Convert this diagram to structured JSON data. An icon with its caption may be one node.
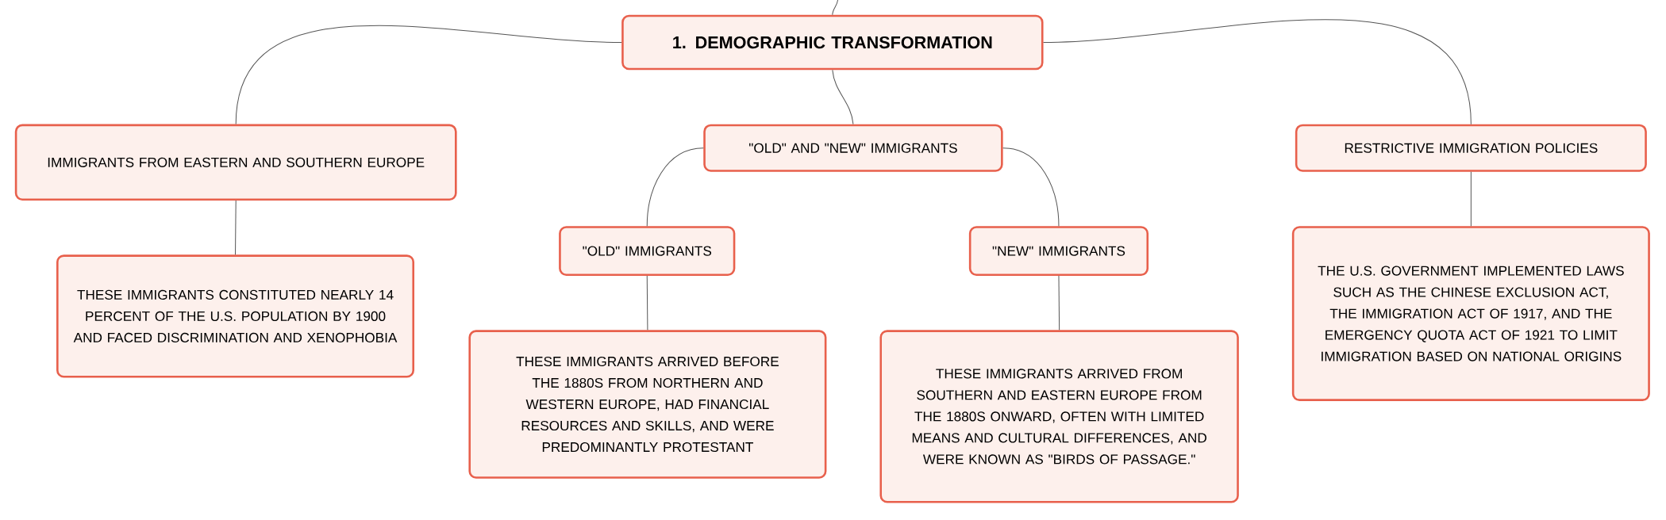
{
  "diagram": {
    "nodes": [
      {
        "text": [
          "1. DEMOGRAPHIC TRANSFORMATION"
        ]
      },
      {
        "text": [
          "IMMIGRANTS FROM EASTERN AND SOUTHERN EUROPE"
        ]
      },
      {
        "text": [
          "\"OLD\" AND \"NEW\" IMMIGRANTS"
        ]
      },
      {
        "text": [
          "RESTRICTIVE IMMIGRATION POLICIES"
        ]
      },
      {
        "text": [
          "THESE IMMIGRANTS CONSTITUTED NEARLY 14 PERCENT OF THE U.S. POPULATION BY 1900 AND FACED DISCRIMINATION AND XENOPHOBIA"
        ]
      },
      {
        "text": [
          "\"OLD\" IMMIGRANTS"
        ]
      },
      {
        "text": [
          "\"NEW\" IMMIGRANTS"
        ]
      },
      {
        "text": [
          "THE U.S. GOVERNMENT IMPLEMENTED LAWS SUCH AS THE CHINESE EXCLUSION ACT, THE IMMIGRATION ACT OF 1917, AND THE EMERGENCY QUOTA ACT OF 1921 TO LIMIT IMMIGRATION BASED ON NATIONAL ORIGINS"
        ]
      },
      {
        "text": [
          "THESE IMMIGRANTS ARRIVED BEFORE THE 1880S FROM NORTHERN AND WESTERN EUROPE, HAD FINANCIAL RESOURCES AND SKILLS, AND WERE PREDOMINANTLY PROTESTANT"
        ]
      },
      {
        "text": [
          "THESE IMMIGRANTS ARRIVED FROM SOUTHERN AND EASTERN EUROPE FROM THE 1880S ONWARD, OFTEN WITH LIMITED MEANS AND CULTURAL DIFFERENCES, AND WERE KNOWN AS \"BIRDS OF PASSAGE.\""
        ]
      }
    ],
    "edges": [
      {
        "from": null,
        "to": 0,
        "arrow": "none"
      },
      {
        "from": 0,
        "to": 1,
        "arrow": "none"
      },
      {
        "from": 0,
        "to": 2,
        "arrow": "none"
      },
      {
        "from": 0,
        "to": 3,
        "arrow": "none"
      },
      {
        "from": 1,
        "to": 4,
        "arrow": "none"
      },
      {
        "from": 2,
        "to": 5,
        "arrow": "none"
      },
      {
        "from": 2,
        "to": 6,
        "arrow": "none"
      },
      {
        "from": 3,
        "to": 7,
        "arrow": "none"
      },
      {
        "from": 5,
        "to": 8,
        "arrow": "none"
      },
      {
        "from": 6,
        "to": 9,
        "arrow": "none"
      }
    ]
  }
}
